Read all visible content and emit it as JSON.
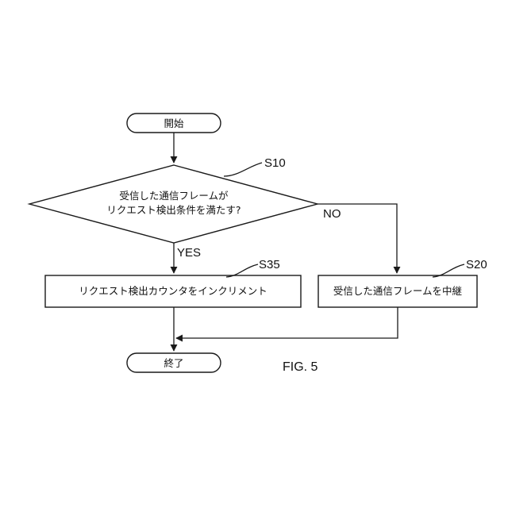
{
  "diagram": {
    "start_label": "開始",
    "decision_line1": "受信した通信フレームが",
    "decision_line2": "リクエスト検出条件を満たす?",
    "decision_step": "S10",
    "yes_label": "YES",
    "no_label": "NO",
    "increment_label": "リクエスト検出カウンタをインクリメント",
    "increment_step": "S35",
    "relay_label": "受信した通信フレームを中継",
    "relay_step": "S20",
    "end_label": "終了",
    "figure_caption": "FIG. 5"
  }
}
